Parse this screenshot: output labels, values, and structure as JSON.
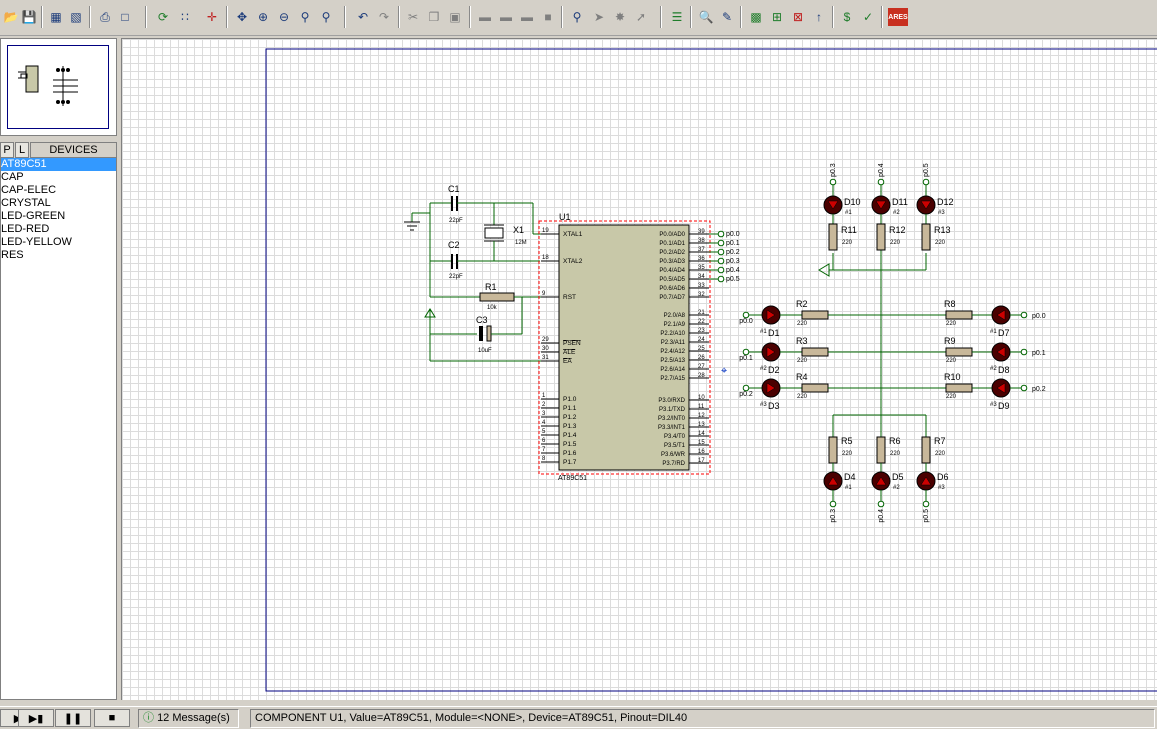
{
  "toolbar": {
    "icons": [
      "open-icon",
      "save-icon",
      "import-icon",
      "export-icon",
      "print-icon",
      "area-icon",
      "refresh-icon",
      "grid-icon",
      "origin-icon",
      "pan-icon",
      "zoom-in-icon",
      "zoom-out-icon",
      "zoom-all-icon",
      "zoom-area-icon",
      "undo-icon",
      "redo-icon",
      "cut-icon",
      "copy-icon",
      "paste-icon",
      "block-copy-icon",
      "block-move-icon",
      "block-rotate-icon",
      "block-delete-icon",
      "pick-device-icon",
      "make-device-icon",
      "package-icon",
      "decompose-icon",
      "wire-autorouter-icon",
      "search-tag-icon",
      "property-tool-icon",
      "new-sheet-icon",
      "remove-sheet-icon",
      "exit-parent-icon",
      "bill-of-materials-icon",
      "electrical-check-icon",
      "netlist-icon",
      "ares-icon"
    ],
    "ares_label": "ARES"
  },
  "devices_panel": {
    "tab_p": "P",
    "tab_l": "L",
    "header": "DEVICES",
    "items": [
      "AT89C51",
      "CAP",
      "CAP-ELEC",
      "CRYSTAL",
      "LED-GREEN",
      "LED-RED",
      "LED-YELLOW",
      "RES"
    ],
    "selected": "AT89C51"
  },
  "schematic": {
    "mcu": {
      "ref": "U1",
      "part": "AT89C51",
      "left_pins": [
        {
          "num": "19",
          "name": "XTAL1"
        },
        {
          "num": "18",
          "name": "XTAL2"
        },
        {
          "num": "9",
          "name": "RST"
        },
        {
          "num": "29",
          "name": "PSEN"
        },
        {
          "num": "30",
          "name": "ALE"
        },
        {
          "num": "31",
          "name": "EA"
        },
        {
          "num": "1",
          "name": "P1.0"
        },
        {
          "num": "2",
          "name": "P1.1"
        },
        {
          "num": "3",
          "name": "P1.2"
        },
        {
          "num": "4",
          "name": "P1.3"
        },
        {
          "num": "5",
          "name": "P1.4"
        },
        {
          "num": "6",
          "name": "P1.5"
        },
        {
          "num": "7",
          "name": "P1.6"
        },
        {
          "num": "8",
          "name": "P1.7"
        }
      ],
      "right_pins": [
        {
          "num": "39",
          "name": "P0.0/AD0"
        },
        {
          "num": "38",
          "name": "P0.1/AD1"
        },
        {
          "num": "37",
          "name": "P0.2/AD2"
        },
        {
          "num": "36",
          "name": "P0.3/AD3"
        },
        {
          "num": "35",
          "name": "P0.4/AD4"
        },
        {
          "num": "34",
          "name": "P0.5/AD5"
        },
        {
          "num": "33",
          "name": "P0.6/AD6"
        },
        {
          "num": "32",
          "name": "P0.7/AD7"
        },
        {
          "num": "21",
          "name": "P2.0/A8"
        },
        {
          "num": "22",
          "name": "P2.1/A9"
        },
        {
          "num": "23",
          "name": "P2.2/A10"
        },
        {
          "num": "24",
          "name": "P2.3/A11"
        },
        {
          "num": "25",
          "name": "P2.4/A12"
        },
        {
          "num": "26",
          "name": "P2.5/A13"
        },
        {
          "num": "27",
          "name": "P2.6/A14"
        },
        {
          "num": "28",
          "name": "P2.7/A15"
        },
        {
          "num": "10",
          "name": "P3.0/RXD"
        },
        {
          "num": "11",
          "name": "P3.1/TXD"
        },
        {
          "num": "12",
          "name": "P3.2/INT0"
        },
        {
          "num": "13",
          "name": "P3.3/INT1"
        },
        {
          "num": "14",
          "name": "P3.4/T0"
        },
        {
          "num": "15",
          "name": "P3.5/T1"
        },
        {
          "num": "16",
          "name": "P3.6/WR"
        },
        {
          "num": "17",
          "name": "P3.7/RD"
        }
      ],
      "port_terminals": [
        "p0.0",
        "p0.1",
        "p0.2",
        "p0.3",
        "p0.4",
        "p0.5"
      ]
    },
    "passives": {
      "c1": {
        "ref": "C1",
        "value": "22pF"
      },
      "c2": {
        "ref": "C2",
        "value": "22pF"
      },
      "x1": {
        "ref": "X1",
        "value": "12M"
      },
      "r1": {
        "ref": "R1",
        "value": "10k"
      },
      "c3": {
        "ref": "C3",
        "value": "10uF"
      }
    },
    "leds_top": [
      {
        "ref": "D10",
        "sub": "#1",
        "term": "p0.3",
        "res": "R11",
        "val": "220"
      },
      {
        "ref": "D11",
        "sub": "#2",
        "term": "p0.4",
        "res": "R12",
        "val": "220"
      },
      {
        "ref": "D12",
        "sub": "#3",
        "term": "p0.5",
        "res": "R13",
        "val": "220"
      }
    ],
    "leds_left": [
      {
        "ref": "D1",
        "sub": "#1",
        "term": "p0.0",
        "res": "R2",
        "val": "220"
      },
      {
        "ref": "D2",
        "sub": "#2",
        "term": "p0.1",
        "res": "R3",
        "val": "220"
      },
      {
        "ref": "D3",
        "sub": "#3",
        "term": "p0.2",
        "res": "R4",
        "val": "220"
      }
    ],
    "leds_right": [
      {
        "ref": "D7",
        "sub": "#1",
        "term": "p0.0",
        "res": "R8",
        "val": "220"
      },
      {
        "ref": "D8",
        "sub": "#2",
        "term": "p0.1",
        "res": "R9",
        "val": "220"
      },
      {
        "ref": "D9",
        "sub": "#3",
        "term": "p0.2",
        "res": "R10",
        "val": "220"
      }
    ],
    "leds_bottom": [
      {
        "ref": "D4",
        "sub": "#1",
        "term": "p0.3",
        "res": "R5",
        "val": "220"
      },
      {
        "ref": "D5",
        "sub": "#2",
        "term": "p0.4",
        "res": "R6",
        "val": "220"
      },
      {
        "ref": "D6",
        "sub": "#3",
        "term": "p0.5",
        "res": "R7",
        "val": "220"
      }
    ]
  },
  "status": {
    "messages": "12 Message(s)",
    "info": "COMPONENT U1, Value=AT89C51, Module=<NONE>, Device=AT89C51, Pinout=DIL40"
  },
  "colors": {
    "wire": "#006400",
    "mcu_body": "#c8c8a8",
    "led_body": "#4a0000",
    "resistor": "#c8b89a",
    "sheet_border": "#000080",
    "selection": "#ff0000"
  }
}
